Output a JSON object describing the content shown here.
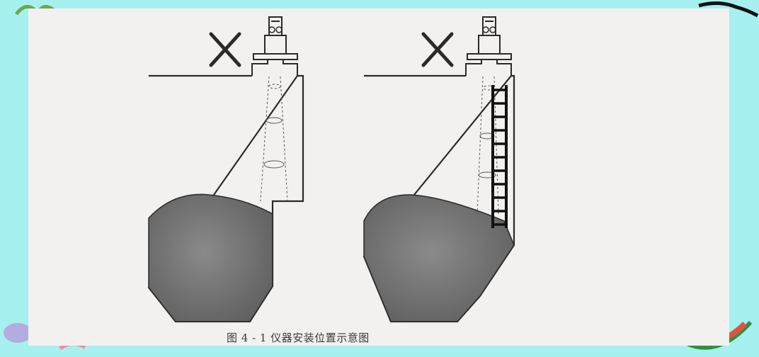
{
  "figure": {
    "caption": "图 4 - 1 仪器安装位置示意图",
    "panels": [
      {
        "marker": "wrong-install-mark",
        "description_hidden": true
      },
      {
        "marker": "wrong-install-mark",
        "description_hidden": true
      }
    ]
  },
  "colors": {
    "background": "#a6f0ef",
    "paper": "#f2f1ef",
    "ink": "#2a2a2a",
    "material": "#6b6b6b"
  },
  "icons": [
    "cross-mark-icon",
    "radar-level-sensor-icon",
    "ladder-icon"
  ]
}
